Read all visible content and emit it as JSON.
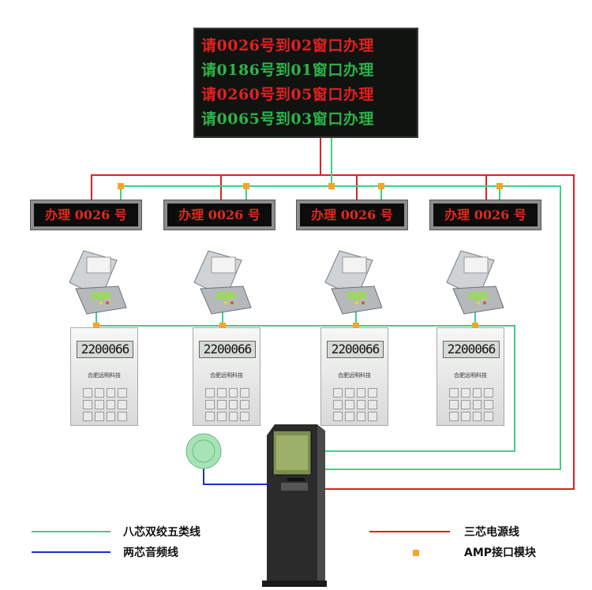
{
  "display_board": {
    "lines": [
      {
        "text": "请0026号到02窗口办理",
        "color": "#e32020"
      },
      {
        "text": "请0186号到01窗口办理",
        "color": "#2fb34a"
      },
      {
        "text": "请0260号到05窗口办理",
        "color": "#e32020"
      },
      {
        "text": "请0065号到03窗口办理",
        "color": "#2fb34a"
      }
    ]
  },
  "window_displays": [
    {
      "text": "办理 0026 号"
    },
    {
      "text": "办理 0026 号"
    },
    {
      "text": "办理 0026 号"
    },
    {
      "text": "办理 0026 号"
    }
  ],
  "callers": [
    {
      "lcd": "2200066",
      "brand": "合肥远明科技"
    },
    {
      "lcd": "2200066",
      "brand": "合肥远明科技"
    },
    {
      "lcd": "2200066",
      "brand": "合肥远明科技"
    },
    {
      "lcd": "2200066",
      "brand": "合肥远明科技"
    }
  ],
  "legend": {
    "green_line": "八芯双绞五类线",
    "blue_line": "两芯音频线",
    "red_line": "三芯电源线",
    "amp_module": "AMP接口模块"
  },
  "colors": {
    "power_line": "#e02020",
    "network_line": "#3fcf8a",
    "audio_line": "#1a2fd0",
    "amp_module": "#f5a623"
  }
}
